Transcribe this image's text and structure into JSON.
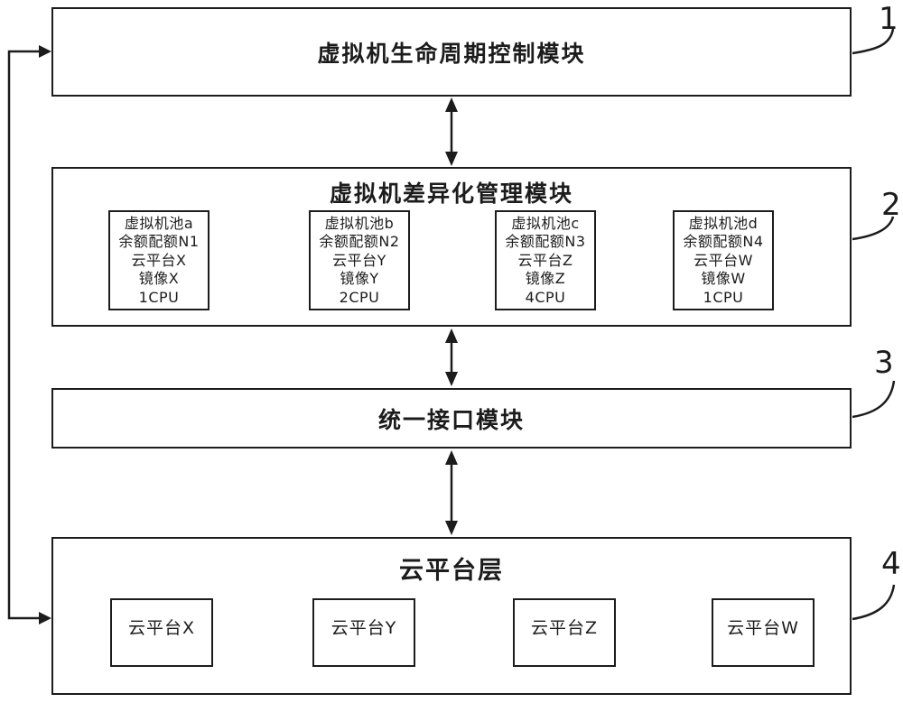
{
  "colors": {
    "line": "#1c1c1c",
    "background": "#ffffff"
  },
  "ref_labels": {
    "module1": "1",
    "module2": "2",
    "module3": "3",
    "module4": "4"
  },
  "module1": {
    "title": "虚拟机生命周期控制模块"
  },
  "module2": {
    "title": "虚拟机差异化管理模块",
    "pools": [
      {
        "lines": [
          "虚拟机池a",
          "余额配额N1",
          "云平台X",
          "镜像X",
          "1CPU"
        ]
      },
      {
        "lines": [
          "虚拟机池b",
          "余额配额N2",
          "云平台Y",
          "镜像Y",
          "2CPU"
        ]
      },
      {
        "lines": [
          "虚拟机池c",
          "余额配额N3",
          "云平台Z",
          "镜像Z",
          "4CPU"
        ]
      },
      {
        "lines": [
          "虚拟机池d",
          "余额配额N4",
          "云平台W",
          "镜像W",
          "1CPU"
        ]
      }
    ]
  },
  "module3": {
    "title": "统一接口模块"
  },
  "module4": {
    "title": "云平台层",
    "platforms": [
      "云平台X",
      "云平台Y",
      "云平台Z",
      "云平台W"
    ]
  }
}
